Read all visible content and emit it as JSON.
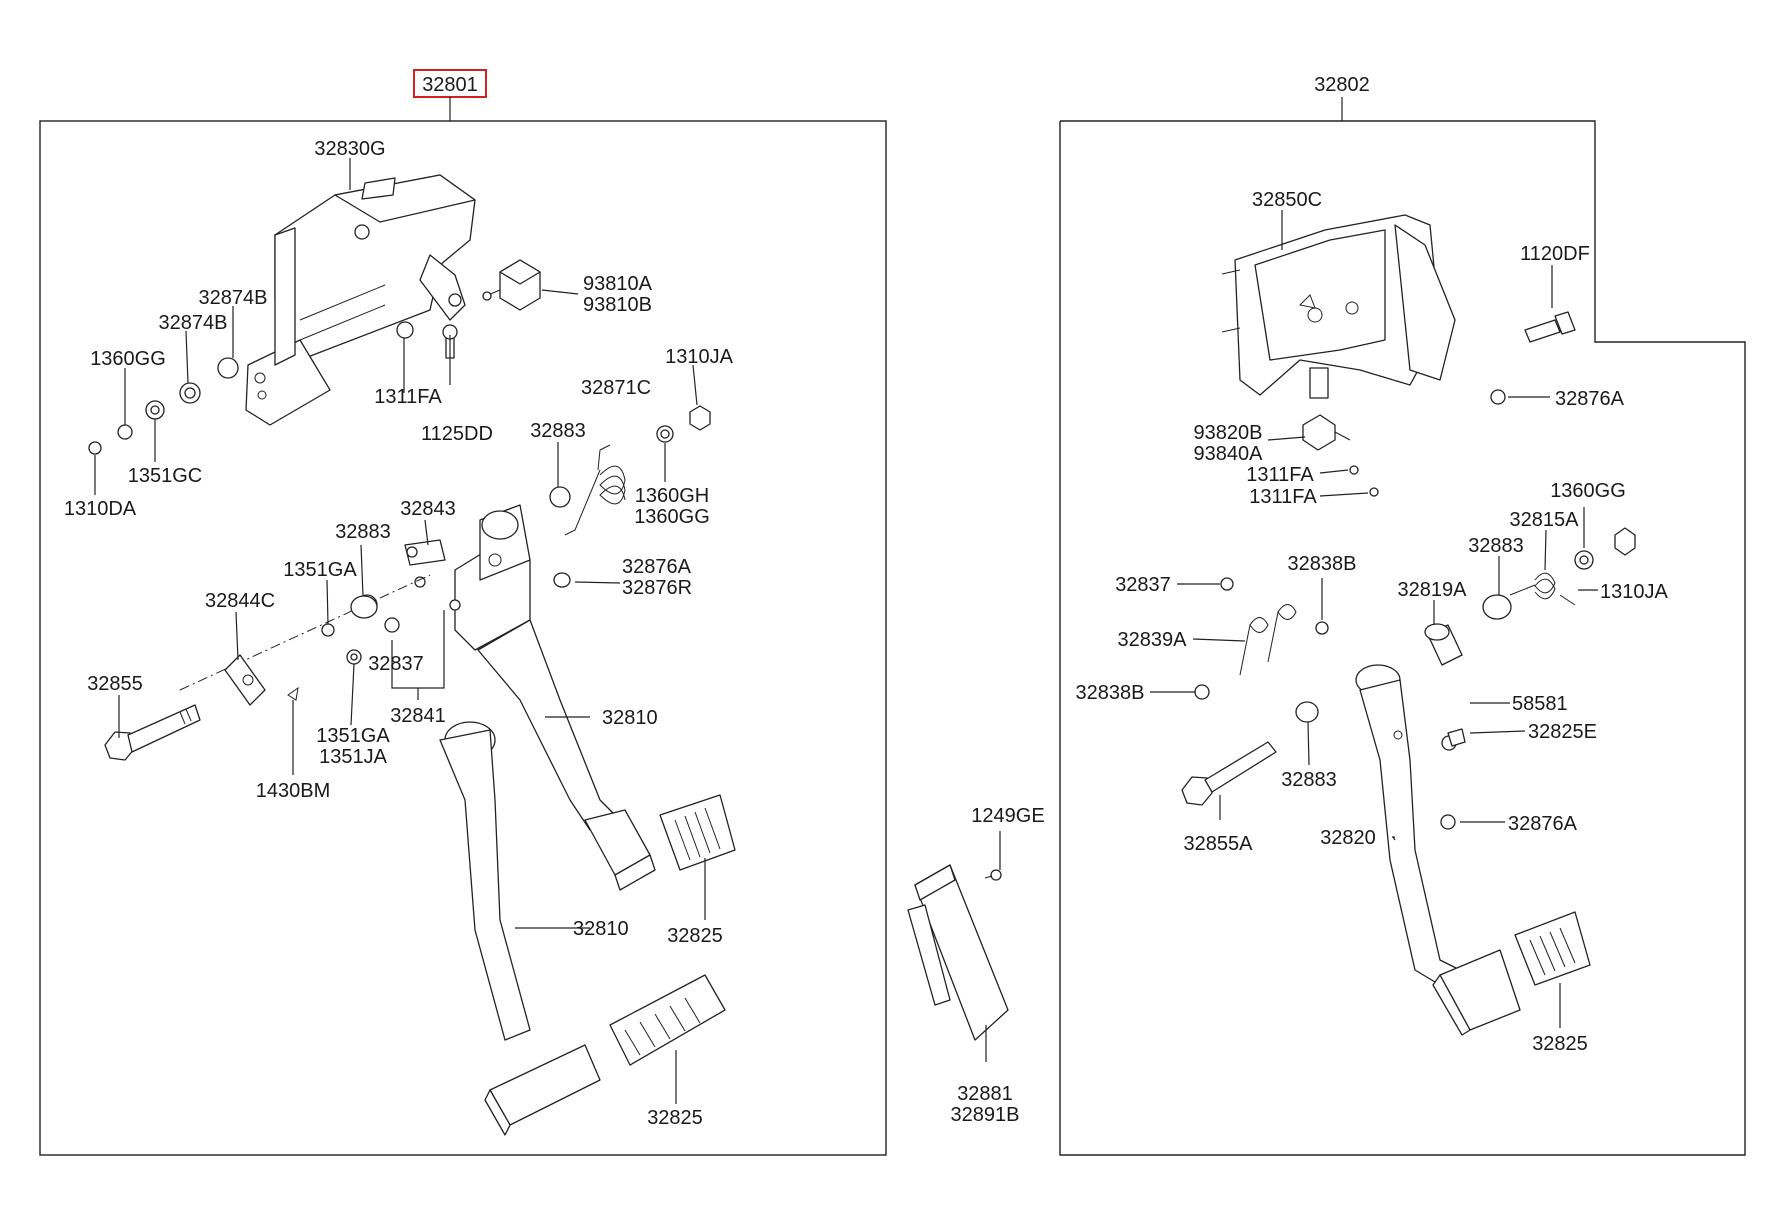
{
  "assemblies": [
    {
      "label": "32801",
      "highlighted": true
    },
    {
      "label": "32802",
      "highlighted": false
    }
  ],
  "colors": {
    "highlight": "#d21f1f",
    "line": "#222222",
    "background": "#ffffff"
  },
  "left_labels": [
    "32830G",
    "32874B",
    "32874B",
    "1360GG",
    "1310DA",
    "1351GC",
    "93810A",
    "93810B",
    "1311FA",
    "1125DD",
    "1310JA",
    "32871C",
    "32883",
    "1360GH",
    "1360GG",
    "32843",
    "32883",
    "32876A",
    "32876R",
    "1351GA",
    "32844C",
    "32837",
    "32841",
    "32855",
    "1351GA",
    "1351JA",
    "1430BM",
    "32810",
    "32810",
    "32825",
    "32825"
  ],
  "middle_labels": [
    "1249GE",
    "32881",
    "32891B"
  ],
  "right_labels": [
    "32850C",
    "1120DF",
    "32876A",
    "93820B",
    "93840A",
    "1311FA",
    "1311FA",
    "1360GG",
    "32815A",
    "32883",
    "1310JA",
    "32837",
    "32838B",
    "32819A",
    "32839A",
    "32838B",
    "58581",
    "32825E",
    "32883",
    "32855A",
    "32820",
    "32876A",
    "32825"
  ]
}
